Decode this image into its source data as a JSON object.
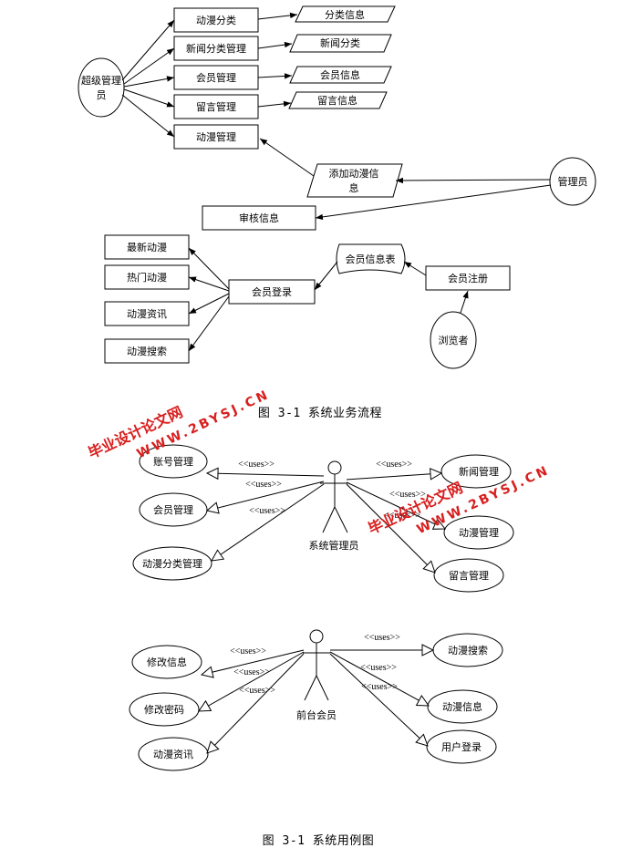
{
  "flow": {
    "super_admin": "超级管理员",
    "super_admin_line1": "超级管理",
    "super_admin_line2": "员",
    "boxes": {
      "anime_category": "动漫分类",
      "news_category_mgmt": "新闻分类管理",
      "member_mgmt": "会员管理",
      "message_mgmt": "留言管理",
      "anime_mgmt": "动漫管理",
      "review_info": "审核信息",
      "latest_anime": "最新动漫",
      "hot_anime": "热门动漫",
      "anime_news": "动漫资讯",
      "anime_search": "动漫搜索",
      "member_login": "会员登录",
      "member_register": "会员注册"
    },
    "data": {
      "category_info": "分类信息",
      "news_category": "新闻分类",
      "member_info": "会员信息",
      "message_info": "留言信息",
      "add_anime_info_line1": "添加动漫信",
      "add_anime_info_line2": "息"
    },
    "member_table": "会员信息表",
    "admin": "管理员",
    "visitor": "浏览者",
    "caption": "图 3-1  系统业务流程"
  },
  "usecase1": {
    "actor": "系统管理员",
    "uses": "<<uses>>",
    "cases": {
      "account_mgmt": "账号管理",
      "member_mgmt": "会员管理",
      "anime_category_mgmt": "动漫分类管理",
      "news_mgmt": "新闻管理",
      "anime_mgmt": "动漫管理",
      "message_mgmt": "留言管理"
    }
  },
  "usecase2": {
    "actor": "前台会员",
    "uses": "<<uses>>",
    "cases": {
      "edit_info": "修改信息",
      "change_password": "修改密码",
      "anime_news": "动漫资讯",
      "anime_search": "动漫搜索",
      "anime_info": "动漫信息",
      "user_login": "用户登录"
    },
    "caption": "图 3-1  系统用例图"
  },
  "watermark": {
    "site_cn": "毕业设计论文网",
    "site_url": "WWW.2BYSJ.CN"
  },
  "colors": {
    "watermark": "#d81e1e",
    "line": "#000000"
  }
}
